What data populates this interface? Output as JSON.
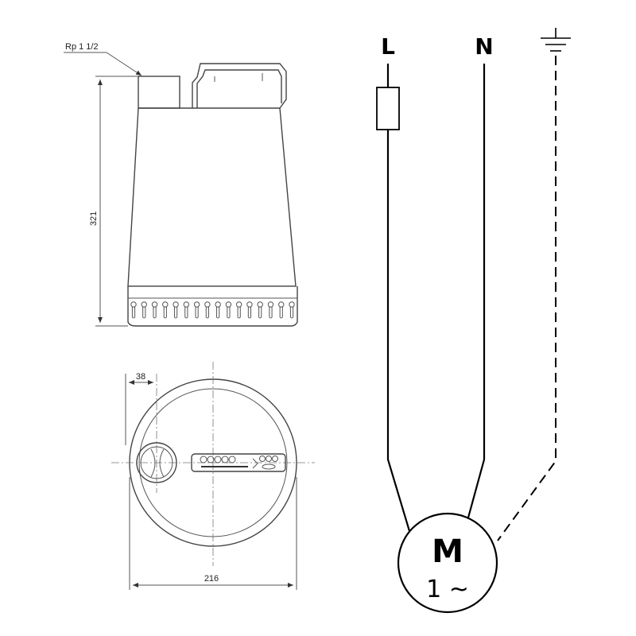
{
  "side_view": {
    "outlet_label": "Rp 1 1/2",
    "height_label": "321"
  },
  "top_view": {
    "offset_label": "38",
    "diameter_label": "216"
  },
  "wiring": {
    "line_label": "L",
    "neutral_label": "N",
    "motor_label": "M",
    "phase_label": "1 ~"
  }
}
